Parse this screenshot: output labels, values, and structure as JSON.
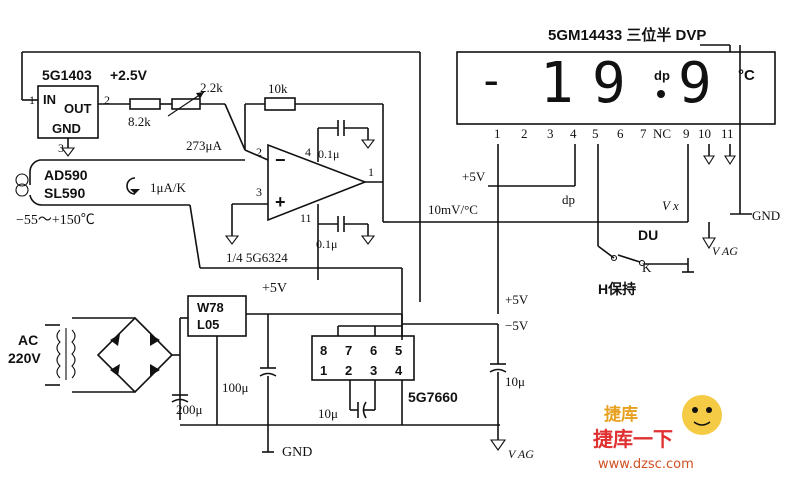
{
  "display": {
    "title": "5GM14433  三位半 DVP",
    "pins": [
      "1",
      "2",
      "3",
      "4",
      "5",
      "6",
      "7",
      "NC",
      "9",
      "10",
      "11"
    ],
    "digits": [
      "-",
      "1",
      "9",
      "9"
    ],
    "dp": "dp",
    "unit": "°C",
    "dp_label": "dp",
    "vx_label": "V x",
    "gnd_label": "GND",
    "du_label": "DU",
    "vag_label": "V AG",
    "hold_label": "H保持",
    "k_label": "K",
    "plus5": "+5V"
  },
  "reference": {
    "part": "5G1403",
    "voltage": "+2.5V",
    "pin_in": "IN",
    "pin_out": "OUT",
    "pin_gnd": "GND",
    "n1": "1",
    "n2": "2",
    "n3": "3"
  },
  "divider": {
    "r1": "8.2k",
    "r2": "2.2k",
    "current": "273μA"
  },
  "opamp": {
    "part": "1/4 5G6324",
    "feedback": "10k",
    "cap_top": "0.1μ",
    "cap_bottom": "0.1μ",
    "pin2": "2",
    "pin3": "3",
    "pin4": "4",
    "pin11": "11",
    "pin1": "1",
    "out_label": "10mV/°C"
  },
  "sensor": {
    "name1": "AD590",
    "name2": "SL590",
    "sensitivity": "1μA/K",
    "range": "−55～+150℃"
  },
  "power": {
    "ac": "AC",
    "mains": "220V",
    "regulator1": "W78",
    "regulator2": "L05",
    "plus5": "+5V",
    "c1": "200μ",
    "c2": "100μ",
    "gnd": "GND"
  },
  "converter": {
    "part": "5G7660",
    "pins_top": [
      "8",
      "7",
      "6",
      "5"
    ],
    "pins_bottom": [
      "1",
      "2",
      "3",
      "4"
    ],
    "cap": "10μ",
    "out_cap": "10μ",
    "plus5": "+5V",
    "minus5": "−5V",
    "vag": "V AG"
  },
  "watermark": {
    "brand": "捷库一下",
    "url": "www.dzsc.com"
  }
}
